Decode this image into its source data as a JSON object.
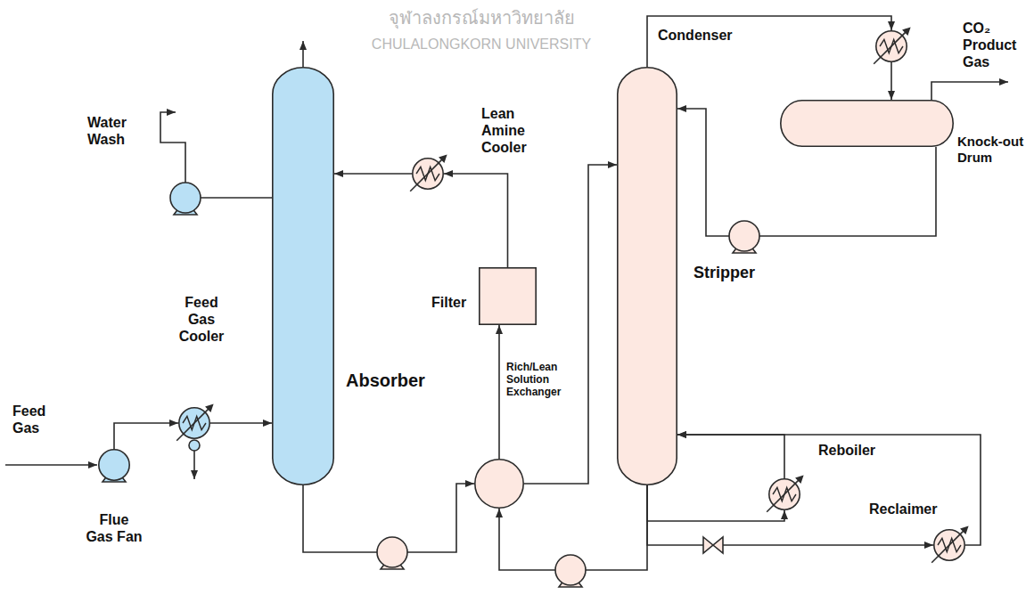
{
  "diagram": {
    "nodes": [
      {
        "text": [
          "Condenser"
        ]
      },
      {
        "text": [
          "Knock-out Drum"
        ]
      },
      {
        "text": [
          "Absorber"
        ]
      },
      {
        "text": [
          "Lean Amine Cooler"
        ]
      },
      {
        "text": [
          "Stripper"
        ]
      },
      {
        "text": [
          "Filter"
        ]
      },
      {
        "text": [
          "Feed Gas Cooler"
        ]
      },
      {
        "text": [
          "Rich/Lean Solution Exchanger"
        ]
      },
      {
        "text": [
          "Reboiler"
        ]
      },
      {
        "text": [
          "Reclaimer"
        ]
      },
      {
        "text": [
          "Flue Gas Fan"
        ]
      }
    ],
    "edges": [
      {
        "from": 10,
        "to": 6,
        "arrow": "to"
      },
      {
        "from": 6,
        "to": 2,
        "arrow": "to"
      },
      {
        "from": 2,
        "to": 7,
        "arrow": "to"
      },
      {
        "from": 7,
        "to": 4,
        "arrow": "to"
      },
      {
        "from": 4,
        "to": 7,
        "arrow": "to"
      },
      {
        "from": 7,
        "to": 5,
        "arrow": "to"
      },
      {
        "from": 5,
        "to": 3,
        "arrow": "to"
      },
      {
        "from": 3,
        "to": 2,
        "arrow": "to"
      },
      {
        "from": 4,
        "to": 0,
        "arrow": "to"
      },
      {
        "from": 0,
        "to": 1,
        "arrow": "to"
      },
      {
        "from": 1,
        "to": 4,
        "arrow": "to"
      },
      {
        "from": 4,
        "to": 8,
        "arrow": "to"
      },
      {
        "from": 8,
        "to": 4,
        "arrow": "to"
      },
      {
        "from": 4,
        "to": 9,
        "arrow": "to"
      },
      {
        "from": 9,
        "to": 4,
        "arrow": "to"
      }
    ],
    "labels": [
      "Water Wash",
      "CO₂ Product Gas",
      "Feed Gas",
      "จุฬาลงกรณ์มหาวิทยาลัย",
      "CHULALONGKORN UNIVERSITY"
    ]
  }
}
